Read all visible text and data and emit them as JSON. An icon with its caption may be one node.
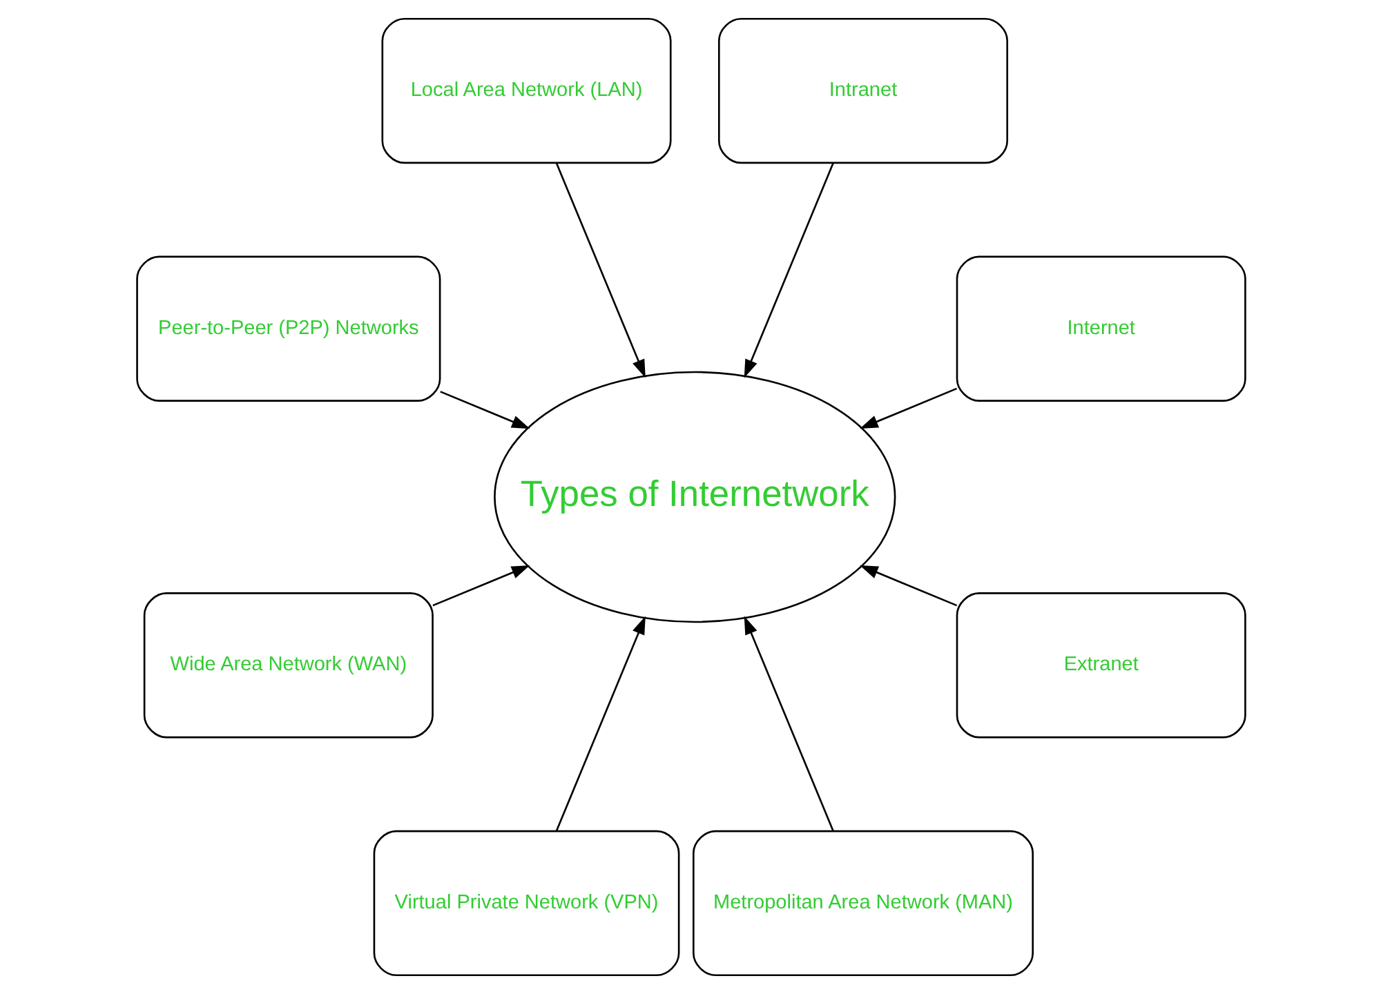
{
  "diagram": {
    "nodes": [
      {
        "text": [
          "Internet"
        ]
      },
      {
        "text": [
          "Intranet"
        ]
      },
      {
        "text": [
          "Local Area Network (LAN)"
        ]
      },
      {
        "text": [
          "Peer-to-Peer (P2P) Networks"
        ]
      },
      {
        "text": [
          "Types of Internetwork"
        ]
      },
      {
        "text": [
          "Wide Area Network (WAN)"
        ]
      },
      {
        "text": [
          "Virtual Private Network (VPN)"
        ]
      },
      {
        "text": [
          "Metropolitan Area Network (MAN)"
        ]
      },
      {
        "text": [
          "Extranet"
        ]
      }
    ],
    "edges": [
      {
        "from": 0,
        "to": 4,
        "arrow": "to"
      },
      {
        "from": 1,
        "to": 4,
        "arrow": "to"
      },
      {
        "from": 2,
        "to": 4,
        "arrow": "to"
      },
      {
        "from": 3,
        "to": 4,
        "arrow": "to"
      },
      {
        "from": 5,
        "to": 4,
        "arrow": "to"
      },
      {
        "from": 6,
        "to": 4,
        "arrow": "to"
      },
      {
        "from": 7,
        "to": 4,
        "arrow": "to"
      },
      {
        "from": 8,
        "to": 4,
        "arrow": "to"
      }
    ]
  }
}
